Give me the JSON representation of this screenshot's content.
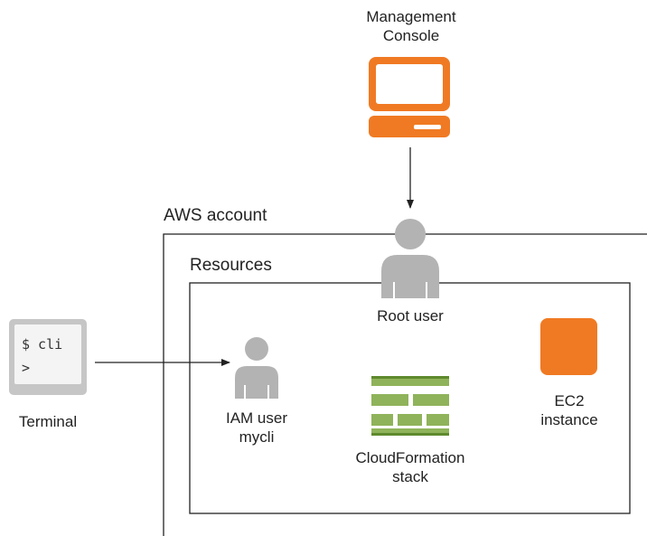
{
  "labels": {
    "console": "Management\nConsole",
    "aws_account": "AWS account",
    "resources": "Resources",
    "root_user": "Root user",
    "terminal": "Terminal",
    "terminal_line1": "$ cli",
    "terminal_line2": ">",
    "iam_user": "IAM user\nmycli",
    "cloudformation": "CloudFormation\nstack",
    "ec2": "EC2\ninstance"
  },
  "colors": {
    "console_orange": "#f07a23",
    "ec2_orange": "#f07a23",
    "user_gray": "#b3b3b3",
    "stack_green_light": "#8fb35a",
    "stack_green_dark": "#5f8a2e",
    "terminal_gray": "#c6c6c6"
  },
  "icons": {
    "console": "monitor-icon",
    "root_user": "user-icon",
    "iam_user": "user-icon",
    "terminal": "terminal-icon",
    "cloudformation": "brick-wall-icon",
    "ec2": "square-icon"
  }
}
